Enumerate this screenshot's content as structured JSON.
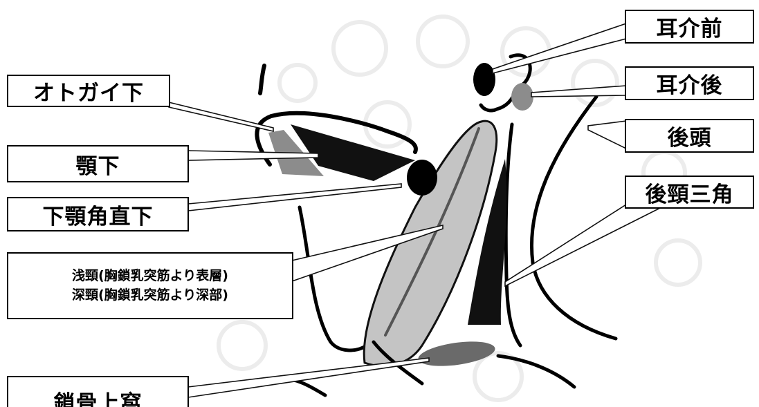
{
  "labels": {
    "otogai_ka": "オトガイ下",
    "gakuka": "顎下",
    "kagakukaku_chokka": "下顎角直下",
    "senkei": "浅頸(胸鎖乳突筋より表層)",
    "shinkei": "深頸(胸鎖乳突筋より深部)",
    "sakotsu_jouka": "鎖骨上窩",
    "jikai_zen": "耳介前",
    "jikai_go": "耳介後",
    "koutou": "後頭",
    "koukei_sankaku": "後頸三角"
  },
  "colors": {
    "line": "#000000",
    "dark_fill": "#111111",
    "muscle_fill": "#c4c4c4",
    "mid_gray": "#8c8c8c",
    "background_pattern": "#ececec"
  }
}
